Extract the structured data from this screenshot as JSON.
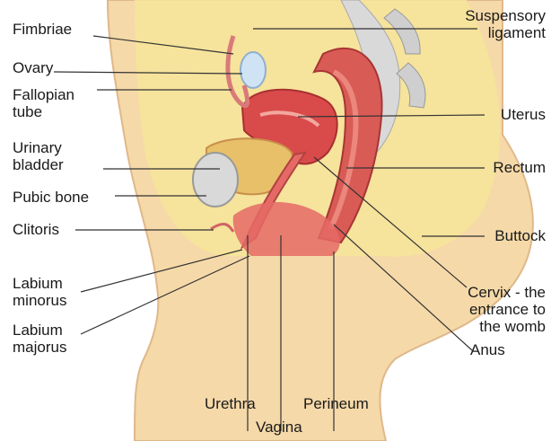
{
  "labels": {
    "fimbriae": "Fimbriae",
    "ovary": "Ovary",
    "fallopian_tube": "Fallopian\ntube",
    "urinary_bladder": "Urinary\nbladder",
    "pubic_bone": "Pubic bone",
    "clitoris": "Clitoris",
    "labium_minorus": "Labium\nminorus",
    "labium_majorus": "Labium\nmajorus",
    "suspensory_ligament": "Suspensory\nligament",
    "uterus": "Uterus",
    "rectum": "Rectum",
    "buttock": "Buttock",
    "cervix": "Cervix - the\nentrance to\nthe womb",
    "anus": "Anus",
    "urethra": "Urethra",
    "perineum": "Perineum",
    "vagina": "Vagina"
  },
  "colors": {
    "body_skin": "#f5d9a8",
    "abdomen": "#f6e39a",
    "organ_red": "#d94a4a",
    "organ_light": "#f08b80",
    "bone": "#cfcfcf",
    "leader_line": "#333333"
  }
}
